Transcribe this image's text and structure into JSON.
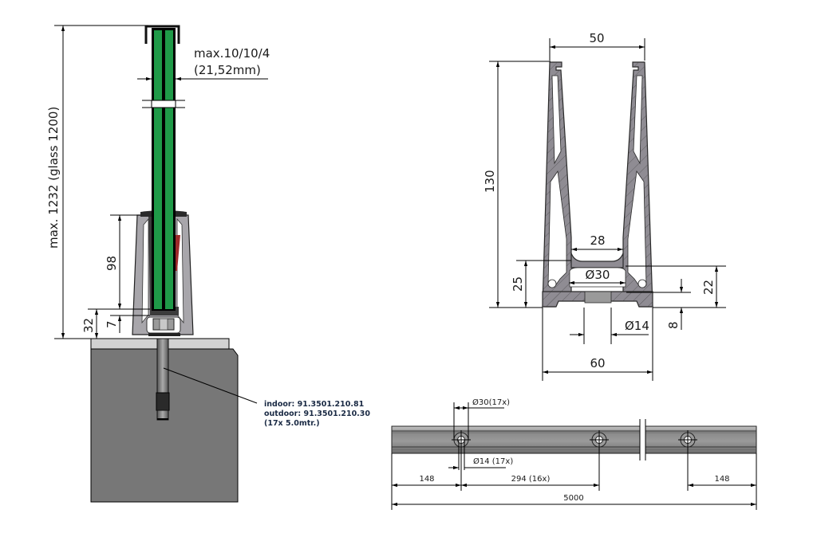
{
  "side_view": {
    "glass_spec_line1": "max.10/10/4",
    "glass_spec_line2": "(21,52mm)",
    "total_height": "max. 1232 (glass 1200)",
    "profile_height": "98",
    "base_offset": "7",
    "base_height": "32",
    "anchor_note": {
      "line1": "indoor: 91.3501.210.81",
      "line2": "outdoor: 91.3501.210.30",
      "line3": "(17x 5.0mtr.)"
    }
  },
  "cross_section": {
    "top_width": "50",
    "height": "130",
    "inner_width": "28",
    "hole_large": "Ø30",
    "left_lower_height": "25",
    "right_lower_height": "22",
    "base_thickness": "8",
    "hole_small": "Ø14",
    "bottom_width": "60"
  },
  "top_view": {
    "hole_large": "Ø30(17x)",
    "hole_small": "Ø14 (17x)",
    "edge_left": "148",
    "spacing": "294 (16x)",
    "edge_right": "148",
    "total_length": "5000"
  },
  "colors": {
    "glass_green": "#1f9a48",
    "profile_gray": "#8f8c93",
    "concrete_gray": "#777777",
    "slab_gray": "#d2d2d2",
    "gasket_red": "#9c2a2a"
  }
}
